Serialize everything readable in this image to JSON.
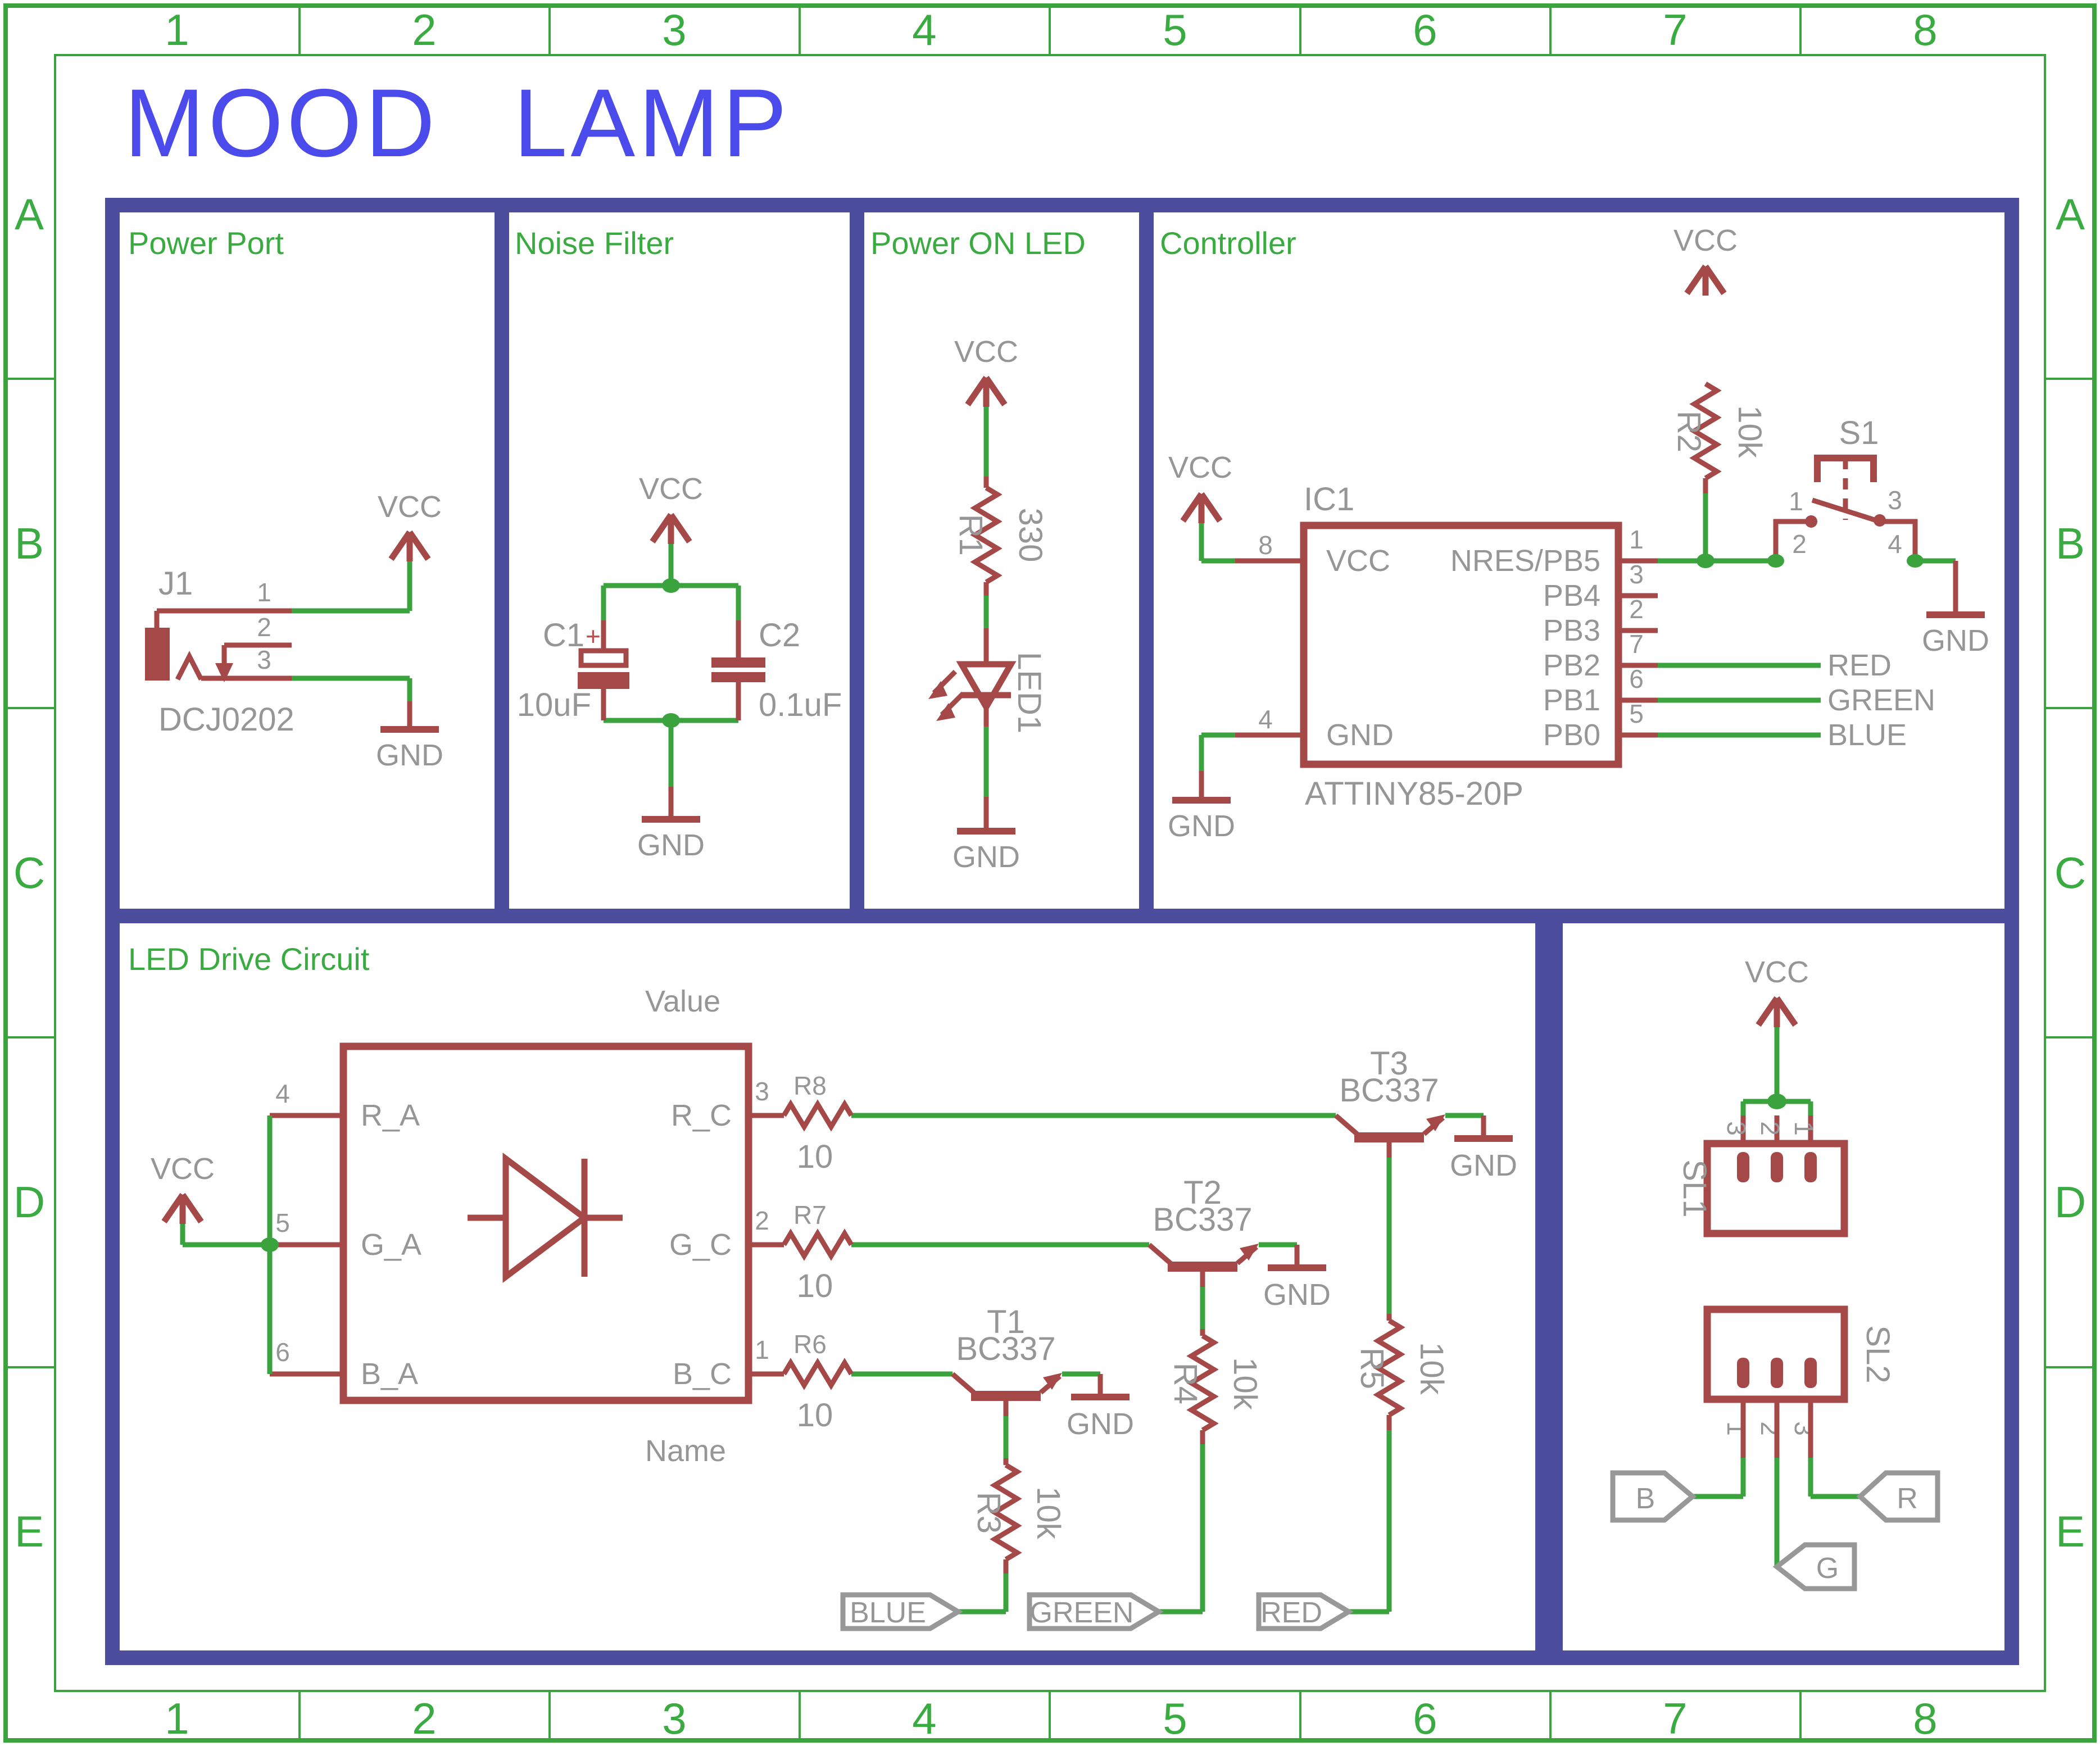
{
  "title": {
    "text": "MOOD LAMP"
  },
  "frame": {
    "cols": [
      "1",
      "2",
      "3",
      "4",
      "5",
      "6",
      "7",
      "8"
    ],
    "rows": [
      "A",
      "B",
      "C",
      "D",
      "E"
    ]
  },
  "colors": {
    "frame_green": "#3aa33e",
    "wire_green": "#3aa33e",
    "component_red": "#a54848",
    "module_border_blue": "#4d4d9e",
    "title_blue": "#4b4beb",
    "label_gray": "#969696",
    "background": "#ffffff"
  },
  "nets": {
    "vcc": "VCC",
    "gnd": "GND"
  },
  "sections": {
    "power_port": {
      "title": "Power Port",
      "j1": {
        "ref": "J1",
        "value": "DCJ0202",
        "pins": [
          "1",
          "2",
          "3"
        ]
      }
    },
    "noise_filter": {
      "title": "Noise Filter",
      "c1": {
        "ref": "C1",
        "plus": "+",
        "value": "10uF"
      },
      "c2": {
        "ref": "C2",
        "value": "0.1uF"
      }
    },
    "power_on_led": {
      "title": "Power ON LED",
      "r1": {
        "ref": "R1",
        "value": "330"
      },
      "led1": {
        "ref": "LED1"
      }
    },
    "controller": {
      "title": "Controller",
      "ic1": {
        "ref": "IC1",
        "value": "ATTINY85-20P",
        "pin_vcc": {
          "num": "8",
          "name": "VCC"
        },
        "pin_gnd": {
          "num": "4",
          "name": "GND"
        },
        "right_pins": [
          {
            "num": "1",
            "name": "NRES/PB5"
          },
          {
            "num": "3",
            "name": "PB4"
          },
          {
            "num": "2",
            "name": "PB3"
          },
          {
            "num": "7",
            "name": "PB2"
          },
          {
            "num": "6",
            "name": "PB1"
          },
          {
            "num": "5",
            "name": "PB0"
          }
        ]
      },
      "r2": {
        "ref": "R2",
        "value": "10k"
      },
      "s1": {
        "ref": "S1",
        "pins": [
          "1",
          "2",
          "3",
          "4"
        ]
      },
      "nets_out": {
        "red": "RED",
        "green": "GREEN",
        "blue": "BLUE"
      }
    },
    "led_drive": {
      "title": "LED Drive Circuit",
      "value_label": "Value",
      "name_label": "Name",
      "array": {
        "left_pins": [
          {
            "num": "4",
            "name": "R_A"
          },
          {
            "num": "5",
            "name": "G_A"
          },
          {
            "num": "6",
            "name": "B_A"
          }
        ],
        "right_pins": [
          {
            "num": "3",
            "name": "R_C"
          },
          {
            "num": "2",
            "name": "G_C"
          },
          {
            "num": "1",
            "name": "B_C"
          }
        ]
      },
      "r8": {
        "ref": "R8",
        "value": "10"
      },
      "r7": {
        "ref": "R7",
        "value": "10"
      },
      "r6": {
        "ref": "R6",
        "value": "10"
      },
      "t1": {
        "ref": "T1",
        "value": "BC337"
      },
      "t2": {
        "ref": "T2",
        "value": "BC337"
      },
      "t3": {
        "ref": "T3",
        "value": "BC337"
      },
      "r3": {
        "ref": "R3",
        "value": "10k"
      },
      "r4": {
        "ref": "R4",
        "value": "10k"
      },
      "r5": {
        "ref": "R5",
        "value": "10k"
      },
      "flags": {
        "blue": "BLUE",
        "green": "GREEN",
        "red": "RED"
      }
    },
    "connectors": {
      "sl1": {
        "ref": "SL1",
        "pins": [
          "3",
          "2",
          "1"
        ]
      },
      "sl2": {
        "ref": "SL2",
        "pins": [
          "1",
          "2",
          "3"
        ]
      },
      "flags": {
        "b": "B",
        "g": "G",
        "r": "R"
      }
    }
  }
}
